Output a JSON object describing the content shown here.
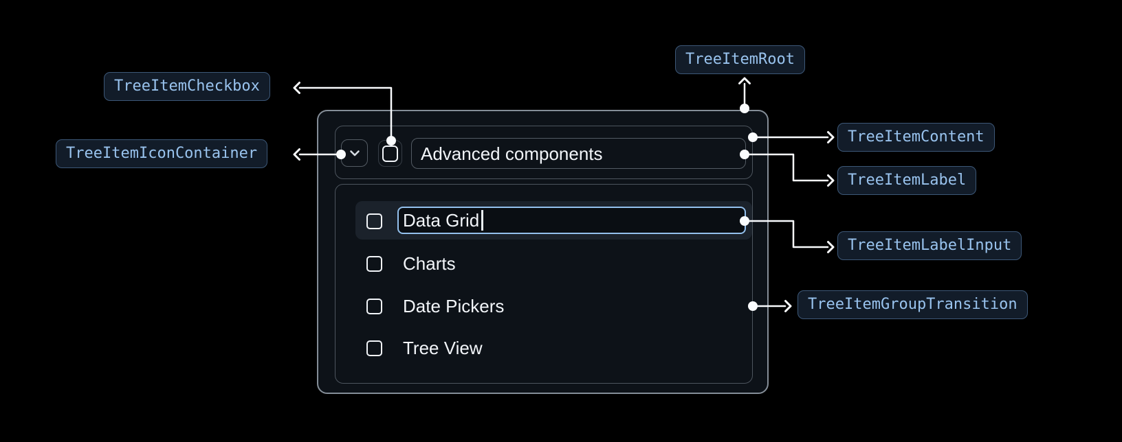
{
  "badges": {
    "root": "TreeItemRoot",
    "checkbox": "TreeItemCheckbox",
    "icon_container": "TreeItemIconContainer",
    "content": "TreeItemContent",
    "label": "TreeItemLabel",
    "label_input": "TreeItemLabelInput",
    "group_transition": "TreeItemGroupTransition"
  },
  "tree": {
    "parent_label": "Advanced components",
    "editing_item": {
      "value": "Data Grid",
      "state": "editing"
    },
    "items": [
      "Charts",
      "Date Pickers",
      "Tree View"
    ]
  },
  "icons": {
    "expand": "chevron-down",
    "checkbox": "checkbox-unchecked"
  },
  "colors": {
    "background": "#000000",
    "surface": "#0d1218",
    "root_border": "#858e98",
    "inner_border": "#4d555e",
    "control_border": "#545c64",
    "focus_ring": "#94c1ee",
    "selected_row_bg": "#1b222b",
    "badge_bg": "#121c29",
    "badge_border": "#3d5878",
    "badge_text": "#99c3ee",
    "text": "#f2f5f9",
    "connector": "#fafcfe"
  }
}
